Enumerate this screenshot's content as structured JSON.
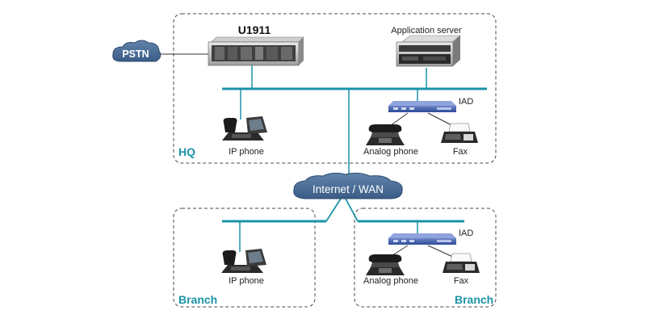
{
  "colors": {
    "accent": "#1b93a8",
    "cloud": "#41668f",
    "cloud_edge": "#2b4a6e",
    "frame": "#4a4a4a",
    "link": "#333333"
  },
  "pstn": {
    "label": "PSTN",
    "icon": "cloud-icon"
  },
  "internet": {
    "label": "Internet / WAN",
    "icon": "cloud-icon"
  },
  "hq": {
    "region_label": "HQ",
    "u1911_label": "U1911",
    "app_server_label": "Application server",
    "ip_phone_label": "IP phone",
    "iad_label": "IAD",
    "analog_phone_label": "Analog phone",
    "fax_label": "Fax"
  },
  "branch_left": {
    "region_label": "Branch",
    "ip_phone_label": "IP phone"
  },
  "branch_right": {
    "region_label": "Branch",
    "iad_label": "IAD",
    "analog_phone_label": "Analog phone",
    "fax_label": "Fax"
  }
}
